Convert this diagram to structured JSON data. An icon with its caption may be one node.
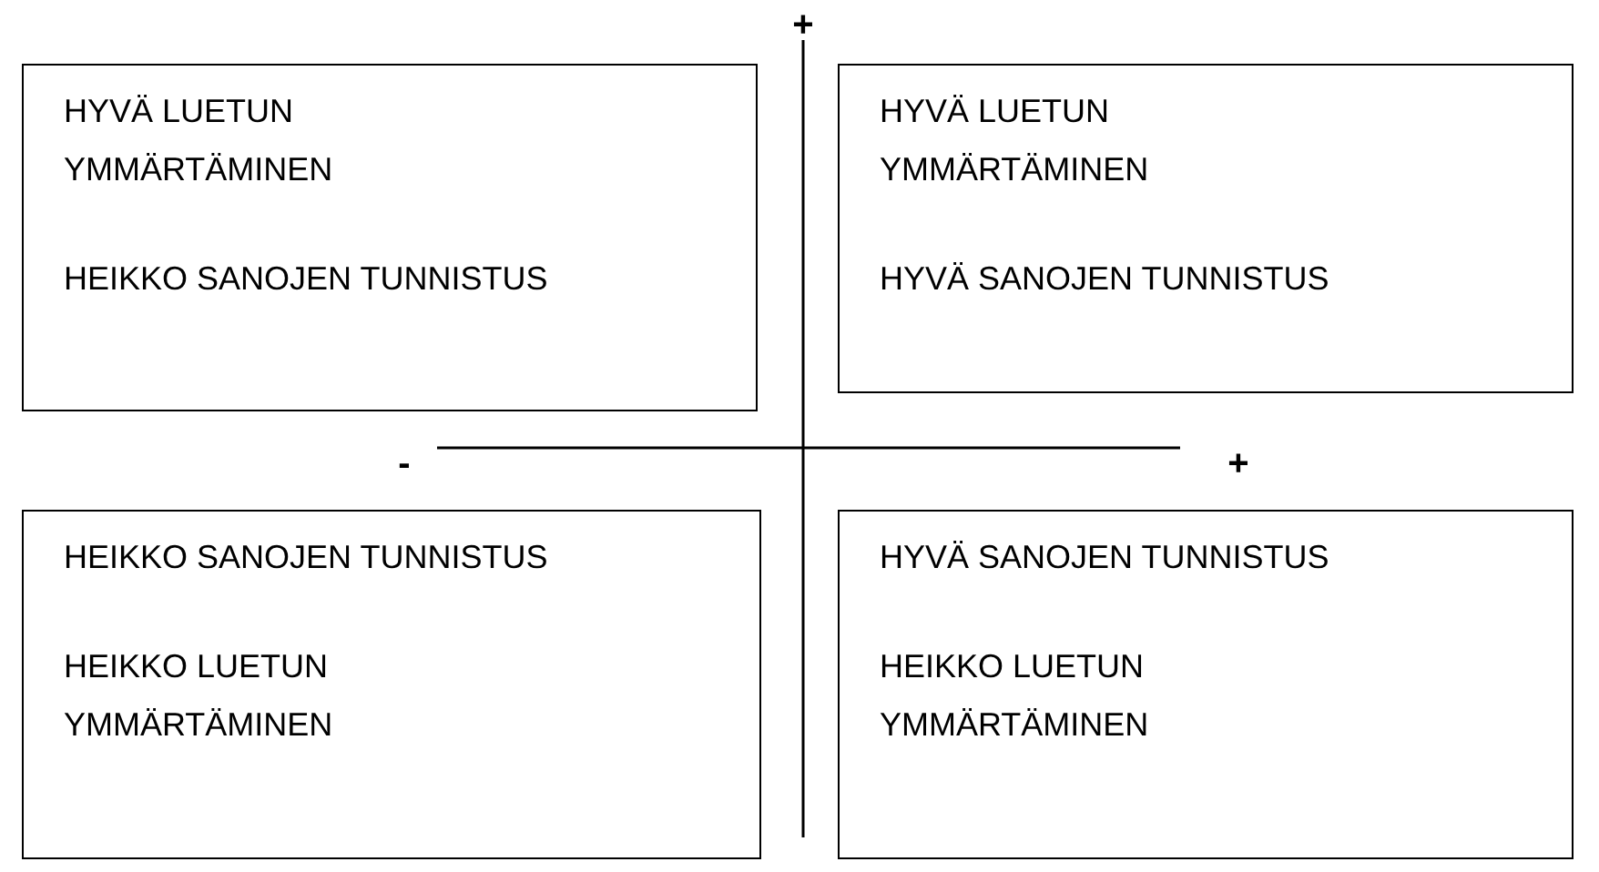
{
  "diagram": {
    "nodes": [
      {
        "text": [
          "HYVÄ LUETUN YMMÄRTÄMINEN",
          "HEIKKO SANOJEN TUNNISTUS"
        ]
      },
      {
        "text": [
          "HYVÄ LUETUN YMMÄRTÄMINEN",
          "HYVÄ SANOJEN TUNNISTUS"
        ]
      },
      {
        "text": [
          "HEIKKO SANOJEN TUNNISTUS",
          "HEIKKO LUETUN YMMÄRTÄMINEN"
        ]
      },
      {
        "text": [
          "HYVÄ SANOJEN TUNNISTUS",
          "HEIKKO LUETUN YMMÄRTÄMINEN"
        ]
      }
    ],
    "labels": [
      "+",
      "-",
      "+"
    ]
  }
}
